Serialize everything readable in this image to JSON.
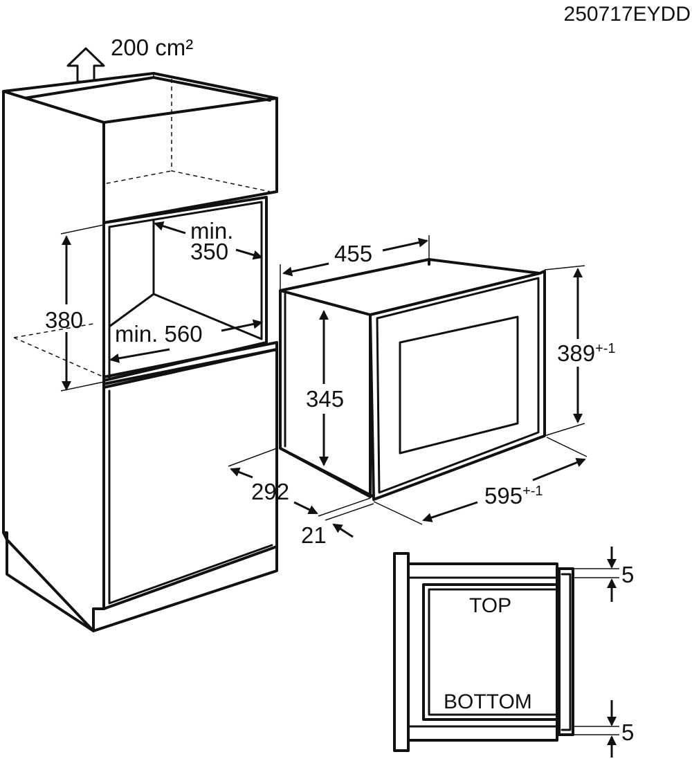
{
  "reference_code": "250717EYDD",
  "ventilation": {
    "value": "200 cm²"
  },
  "niche": {
    "min_depth_prefix": "min.",
    "min_depth_value": "350",
    "height": "380",
    "min_width": "min. 560"
  },
  "appliance": {
    "depth": "455",
    "height": "345",
    "front_height": "389",
    "front_height_tolerance": "+-1",
    "side_depth": "292",
    "front_thickness": "21",
    "front_width": "595",
    "front_width_tolerance": "+-1"
  },
  "orientation": {
    "top_label": "TOP",
    "bottom_label": "BOTTOM",
    "gap_top": "5",
    "gap_bottom": "5"
  }
}
